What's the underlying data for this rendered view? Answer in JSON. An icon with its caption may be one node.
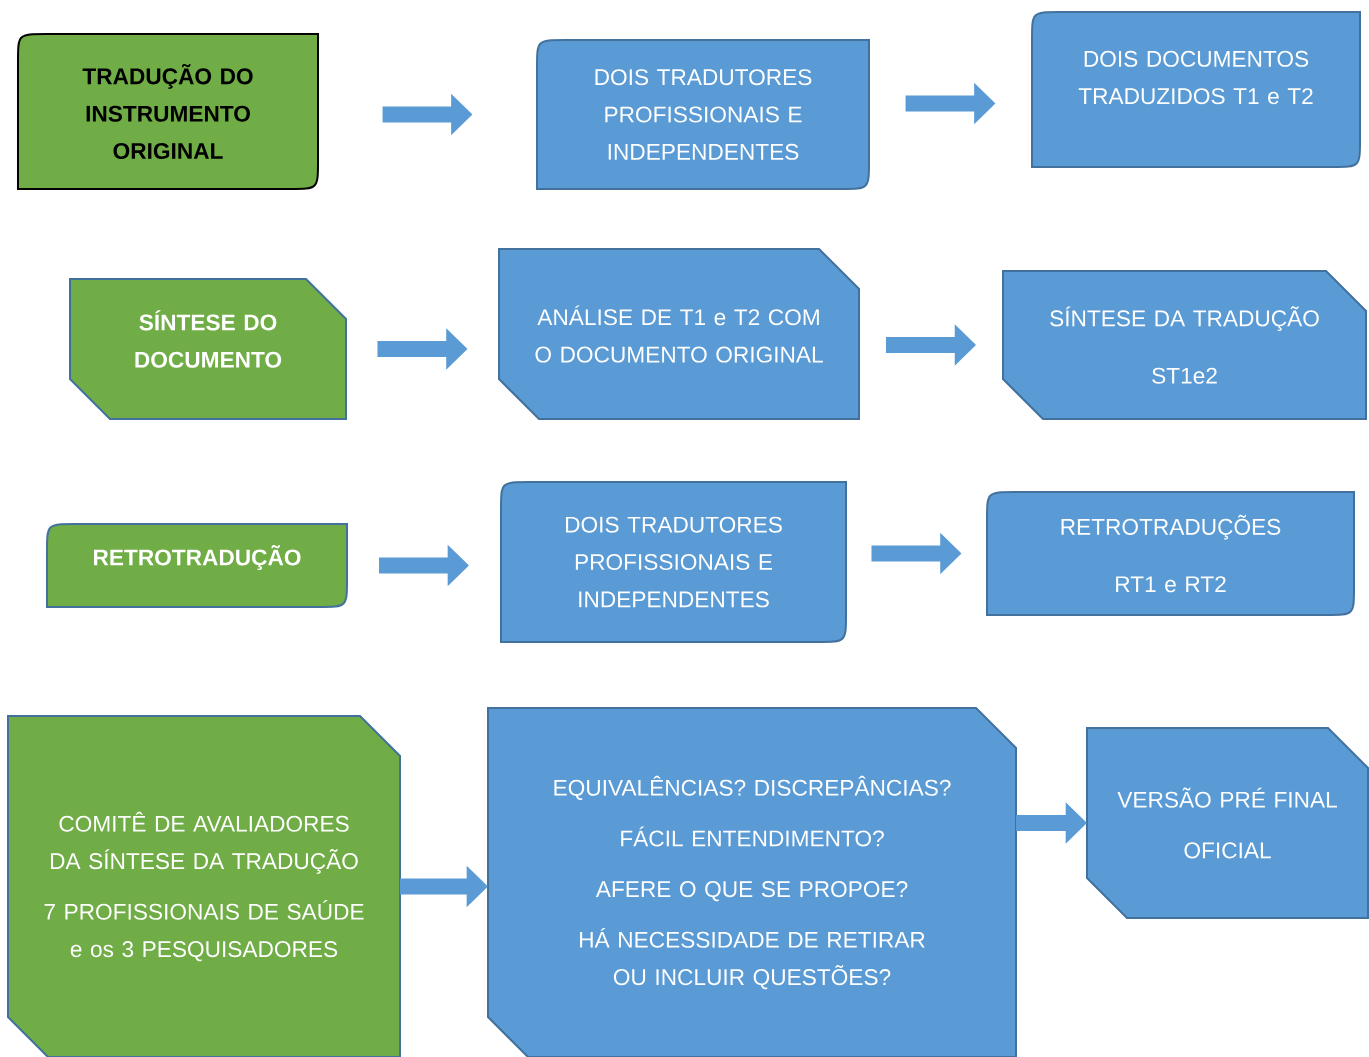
{
  "diagram": {
    "nodes": [
      {
        "text": [
          "TRADUÇÃO DO INSTRUMENTO ORIGINAL"
        ]
      },
      {
        "text": [
          "DOIS TRADUTORES PROFISSIONAIS E INDEPENDENTES"
        ]
      },
      {
        "text": [
          "DOIS DOCUMENTOS TRADUZIDOS T1 e T2"
        ]
      },
      {
        "text": [
          "SÍNTESE DO DOCUMENTO"
        ]
      },
      {
        "text": [
          "ANÁLISE DE T1 e T2 COM O DOCUMENTO ORIGINAL"
        ]
      },
      {
        "text": [
          "SÍNTESE DA TRADUÇÃO",
          "ST1e2"
        ]
      },
      {
        "text": [
          "RETROTRADUÇÃO"
        ]
      },
      {
        "text": [
          "DOIS TRADUTORES PROFISSIONAIS E INDEPENDENTES"
        ]
      },
      {
        "text": [
          "RETROTRADUÇÕES",
          "RT1 e RT2"
        ]
      },
      {
        "text": [
          "COMITÊ DE AVALIADORES DA SÍNTESE DA TRADUÇÃO",
          "7 PROFISSIONAIS DE SAÚDE e os 3 PESQUISADORES"
        ]
      },
      {
        "text": [
          "EQUIVALÊNCIAS? DISCREPÂNCIAS?",
          "FÁCIL ENTENDIMENTO?",
          "AFERE O QUE SE PROPOE?",
          "HÁ NECESSIDADE DE RETIRAR OU INCLUIR QUESTÕES?"
        ]
      },
      {
        "text": [
          "VERSÃO PRÉ FINAL",
          "OFICIAL"
        ]
      }
    ],
    "edges": [
      {
        "from": 0,
        "to": 1,
        "arrow": "to"
      },
      {
        "from": 1,
        "to": 2,
        "arrow": "to"
      },
      {
        "from": 3,
        "to": 4,
        "arrow": "to"
      },
      {
        "from": 4,
        "to": 5,
        "arrow": "to"
      },
      {
        "from": 6,
        "to": 7,
        "arrow": "to"
      },
      {
        "from": 7,
        "to": 8,
        "arrow": "to"
      },
      {
        "from": 9,
        "to": 10,
        "arrow": "to"
      },
      {
        "from": 10,
        "to": 11,
        "arrow": "to"
      }
    ]
  }
}
